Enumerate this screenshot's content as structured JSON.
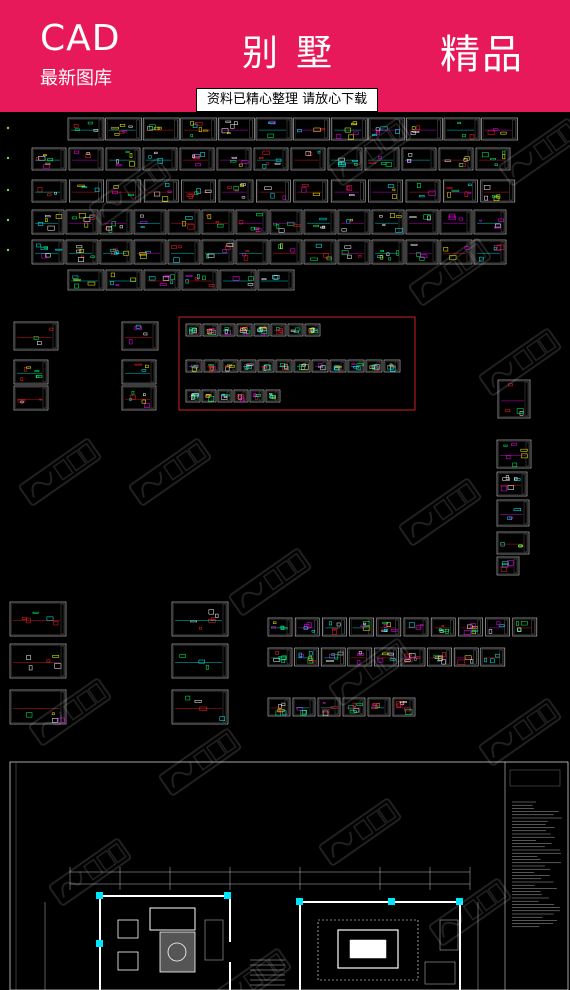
{
  "banner": {
    "brand": "CAD",
    "brand_sub": "最新图库",
    "title": "别墅",
    "badge": "精品",
    "tagline": "资料已精心整理  请放心下载",
    "color": "#e8195a"
  },
  "drawing": {
    "background": "#000000",
    "line_colors": [
      "#ffffff",
      "#00ffff",
      "#ff00ff",
      "#ff2020",
      "#00ff66",
      "#ffff00"
    ],
    "watermark_icon": "watermark-logo-icon"
  }
}
